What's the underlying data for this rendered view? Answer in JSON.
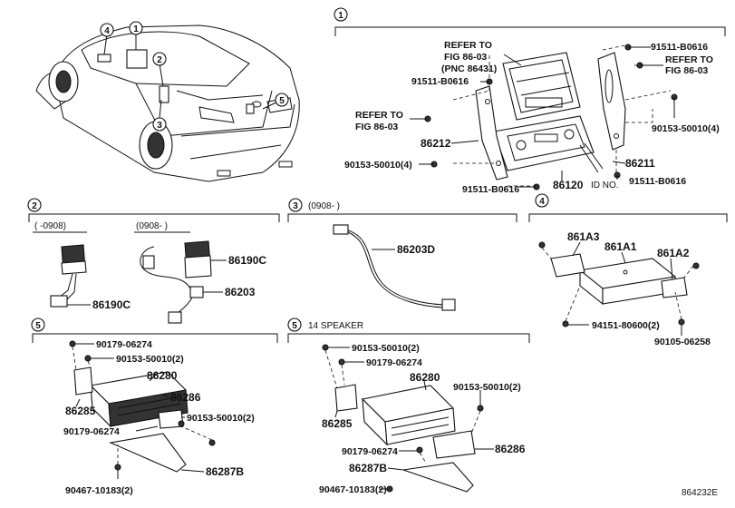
{
  "diagram_id": "864232E",
  "overview": {
    "callouts": [
      "1",
      "2",
      "3",
      "4",
      "5"
    ]
  },
  "section1": {
    "number": "1",
    "labels": {
      "refer_a_1": "REFER TO",
      "refer_a_2": "FIG 86-03",
      "refer_a_3": "(PNC 86431)",
      "refer_b_1": "REFER TO",
      "refer_b_2": "FIG 86-03",
      "refer_c_1": "REFER TO",
      "refer_c_2": "FIG 86-03",
      "bolt_top_right": "91511-B0616",
      "bolt_top_left": "91511-B0616",
      "screw_right": "90153-50010(4)",
      "screw_left": "90153-50010(4)",
      "part_86212": "86212",
      "part_86120": "86120",
      "part_86211": "86211",
      "bolt_bottom_left": "91511-B0616",
      "bolt_bottom_right": "91511-B0616",
      "id_no": "ID NO."
    }
  },
  "section2": {
    "number": "2",
    "range_a": "(  -0908)",
    "range_b": "(0908-   )",
    "part_a": "86190C",
    "part_b": "86190C",
    "part_c": "86203"
  },
  "section3": {
    "number": "3",
    "range": "(0908-   )",
    "part": "86203D"
  },
  "section4": {
    "number": "4",
    "part_a3": "861A3",
    "part_a1": "861A1",
    "part_a2": "861A2",
    "nut": "94151-80600(2)",
    "bolt": "90105-06258"
  },
  "section5a": {
    "number": "5",
    "labels": {
      "l1": "90179-06274",
      "l2": "90153-50010(2)",
      "l3": "86280",
      "l4": "86286",
      "l5": "86285",
      "l6": "90153-50010(2)",
      "l7": "90179-06274",
      "l8": "86287B",
      "l9": "90467-10183(2)"
    }
  },
  "section5b": {
    "number": "5",
    "title": "14 SPEAKER",
    "labels": {
      "l1": "90153-50010(2)",
      "l2": "90179-06274",
      "l3": "86280",
      "l4": "90153-50010(2)",
      "l5": "86285",
      "l6": "90179-06274",
      "l7": "86286",
      "l8": "86287B",
      "l9": "90467-10183(2)"
    }
  }
}
